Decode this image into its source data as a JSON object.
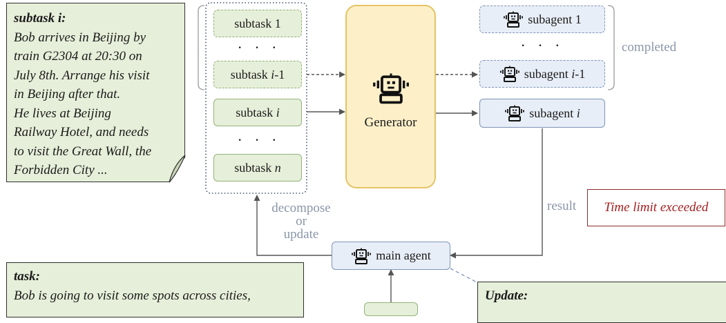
{
  "subtask_note": {
    "title": "subtask i:",
    "lines": [
      "Bob arrives in Beijing by",
      "train G2304 at 20:30 on",
      "July 8th. Arrange his visit",
      "in Beijing after that.",
      "He lives at Beijing",
      "Railway Hotel, and needs",
      "to visit the Great Wall, the",
      "Forbidden City ..."
    ]
  },
  "subtasks": {
    "s1": "subtask 1",
    "s_prev": "subtask i-1",
    "s_i": "subtask i",
    "s_n": "subtask n",
    "dots": "· · ·"
  },
  "generator": {
    "label": "Generator"
  },
  "subagents": {
    "a1": "subagent 1",
    "a_prev": "subagent i-1",
    "a_i": "subagent i",
    "dots": "· · ·",
    "completed_label": "completed"
  },
  "result": {
    "label": "result",
    "value": "Time limit exceeded"
  },
  "decompose": {
    "line1": "decompose",
    "line2": "or",
    "line3": "update"
  },
  "main_agent": {
    "label": "main agent"
  },
  "task_note": {
    "title": "task:",
    "line1": "Bob is going to visit some spots across cities,"
  },
  "update_note": {
    "title": "Update:"
  },
  "icons": {
    "robot": "robot-icon"
  },
  "colors": {
    "green_fill": "#e6efd9",
    "blue_fill": "#e8eef7",
    "generator_fill": "#fdf0c9",
    "result_red": "#a32020"
  }
}
